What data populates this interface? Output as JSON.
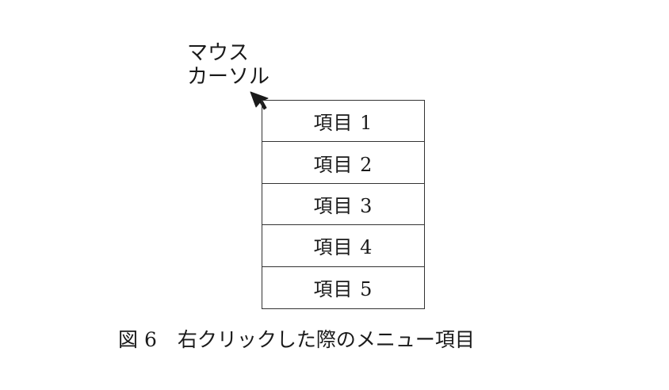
{
  "cursor_label": {
    "line1": "マウス",
    "line2": "カーソル",
    "icon": "mouse-pointer-arrow"
  },
  "menu": {
    "items": [
      {
        "label": "項目 1"
      },
      {
        "label": "項目 2"
      },
      {
        "label": "項目 3"
      },
      {
        "label": "項目 4"
      },
      {
        "label": "項目 5"
      }
    ]
  },
  "caption": {
    "number": "図 6",
    "text": "右クリックした際のメニュー項目"
  }
}
